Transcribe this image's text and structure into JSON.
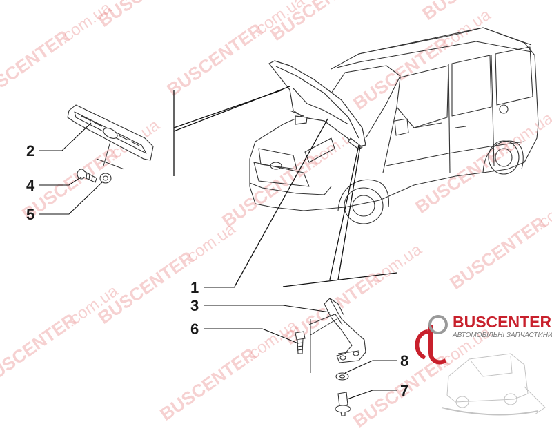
{
  "callouts": [
    {
      "id": "1",
      "label": "1"
    },
    {
      "id": "2",
      "label": "2"
    },
    {
      "id": "3",
      "label": "3"
    },
    {
      "id": "4",
      "label": "4"
    },
    {
      "id": "5",
      "label": "5"
    },
    {
      "id": "6",
      "label": "6"
    },
    {
      "id": "7",
      "label": "7"
    },
    {
      "id": "8",
      "label": "8"
    }
  ],
  "watermark": {
    "brand": "BUSCENTER",
    "domain_suffix": ".com.ua"
  },
  "logo": {
    "name": "BUSCENTER",
    "tagline": "АВТОМОБІЛЬНІ ЗАПЧАСТИНИ",
    "brand_color": "#c8202c"
  }
}
